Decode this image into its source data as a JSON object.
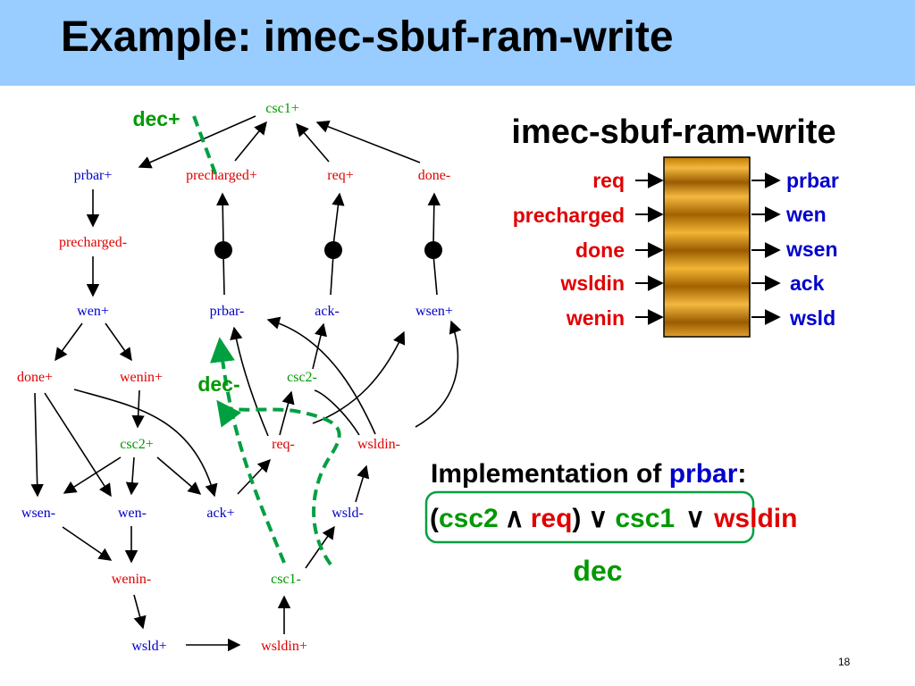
{
  "title": "Example: imec-sbuf-ram-write",
  "page_number": "18",
  "colors": {
    "title_bar": "#99ccff",
    "input_signal": "#e00000",
    "output_signal": "#0000cc",
    "csc_signal": "#009900",
    "dec_highlight": "#00a040"
  },
  "graph": {
    "nodes": [
      {
        "id": "csc1p",
        "label": "csc1+",
        "kind": "csc"
      },
      {
        "id": "prbarp",
        "label": "prbar+",
        "kind": "output"
      },
      {
        "id": "prechp",
        "label": "precharged+",
        "kind": "input"
      },
      {
        "id": "reqp",
        "label": "req+",
        "kind": "input"
      },
      {
        "id": "donem",
        "label": "done-",
        "kind": "input"
      },
      {
        "id": "prechm",
        "label": "precharged-",
        "kind": "input"
      },
      {
        "id": "wenp",
        "label": "wen+",
        "kind": "output"
      },
      {
        "id": "prbarm",
        "label": "prbar-",
        "kind": "output"
      },
      {
        "id": "ackm",
        "label": "ack-",
        "kind": "output"
      },
      {
        "id": "wsenp",
        "label": "wsen+",
        "kind": "output"
      },
      {
        "id": "donep",
        "label": "done+",
        "kind": "input"
      },
      {
        "id": "weninp",
        "label": "wenin+",
        "kind": "input"
      },
      {
        "id": "csc2m",
        "label": "csc2-",
        "kind": "csc"
      },
      {
        "id": "csc2p",
        "label": "csc2+",
        "kind": "csc"
      },
      {
        "id": "reqm",
        "label": "req-",
        "kind": "input"
      },
      {
        "id": "wsldinm",
        "label": "wsldin-",
        "kind": "input"
      },
      {
        "id": "wsenm",
        "label": "wsen-",
        "kind": "output"
      },
      {
        "id": "wenm",
        "label": "wen-",
        "kind": "output"
      },
      {
        "id": "ackp",
        "label": "ack+",
        "kind": "output"
      },
      {
        "id": "wsldm",
        "label": "wsld-",
        "kind": "output"
      },
      {
        "id": "weninm",
        "label": "wenin-",
        "kind": "input"
      },
      {
        "id": "csc1m",
        "label": "csc1-",
        "kind": "csc"
      },
      {
        "id": "wsldp",
        "label": "wsld+",
        "kind": "output"
      },
      {
        "id": "wsldinp",
        "label": "wsldin+",
        "kind": "input"
      }
    ],
    "dec_plus_label": "dec+",
    "dec_minus_label": "dec-"
  },
  "block": {
    "title": "imec-sbuf-ram-write",
    "inputs": [
      "req",
      "precharged",
      "done",
      "wsldin",
      "wenin"
    ],
    "outputs": [
      "prbar",
      "wen",
      "wsen",
      "ack",
      "wsld"
    ]
  },
  "implementation": {
    "heading_prefix": "Implementation of ",
    "heading_signal": "prbar",
    "heading_suffix": ":",
    "expr_open": "(",
    "expr_csc2": "csc2",
    "expr_and": "∧",
    "expr_req": "req",
    "expr_close": ")",
    "expr_or1": "∨",
    "expr_csc1": "csc1",
    "expr_or2": "∨",
    "expr_wsldin": "wsldin",
    "dec_label": "dec"
  }
}
